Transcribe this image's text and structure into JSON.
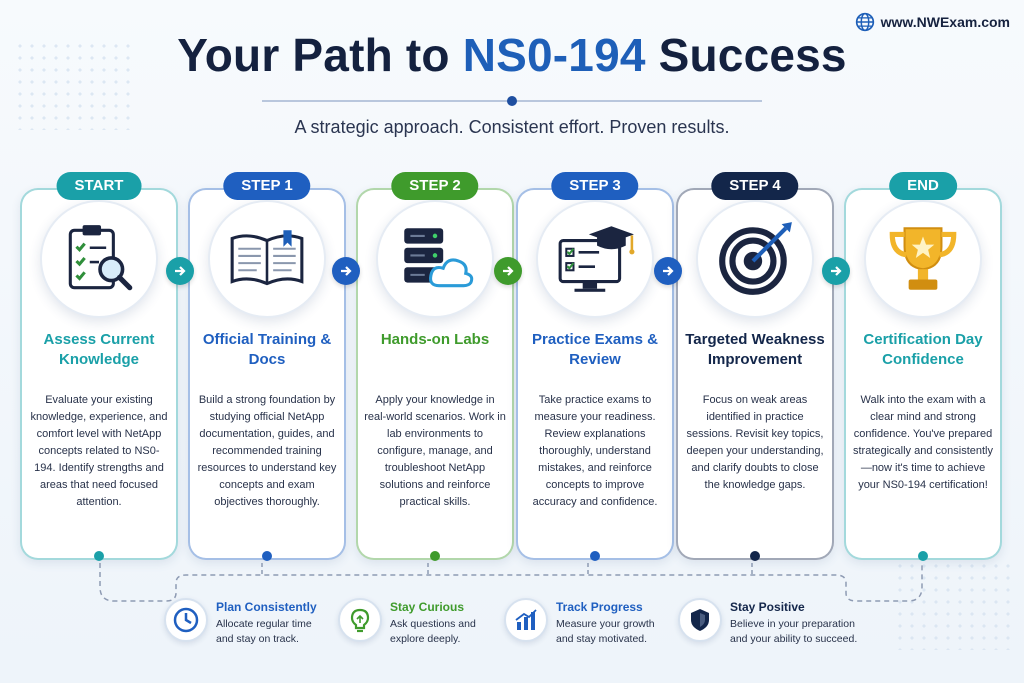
{
  "brand": {
    "site": "www.NWExam.com",
    "icon": "globe-icon"
  },
  "header": {
    "title_prefix": "Your Path to ",
    "title_highlight": "NS0-194",
    "title_suffix": " Success",
    "subtitle": "A strategic approach. Consistent effort. Proven results."
  },
  "steps": [
    {
      "pill": "START",
      "color": "#1aa0a8",
      "title": "Assess Current Knowledge",
      "icon": "clipboard-search-icon",
      "desc": "Evaluate your existing knowledge, experience, and comfort level with NetApp concepts related to NS0-194. Identify strengths and areas that need focused attention."
    },
    {
      "pill": "STEP 1",
      "color": "#1f5fc0",
      "title": "Official Training & Docs",
      "icon": "open-book-icon",
      "desc": "Build a strong foundation by studying official NetApp documentation, guides, and recommended training resources to understand key concepts and exam objectives thoroughly."
    },
    {
      "pill": "STEP 2",
      "color": "#3f9b2c",
      "title": "Hands-on Labs",
      "icon": "server-cloud-icon",
      "desc": "Apply your knowledge in real-world scenarios. Work in lab environments to configure, manage, and troubleshoot NetApp solutions and reinforce practical skills."
    },
    {
      "pill": "STEP 3",
      "color": "#1f5fc0",
      "title": "Practice Exams & Review",
      "icon": "monitor-graduation-icon",
      "desc": "Take practice exams to measure your readiness. Review explanations thoroughly, understand mistakes, and reinforce concepts to improve accuracy and confidence."
    },
    {
      "pill": "STEP 4",
      "color": "#13264a",
      "title": "Targeted Weakness Improvement",
      "icon": "target-icon",
      "desc": "Focus on weak areas identified in practice sessions. Revisit key topics, deepen your understanding, and clarify doubts to close the knowledge gaps."
    },
    {
      "pill": "END",
      "color": "#1aa0a8",
      "title": "Certification Day Confidence",
      "icon": "trophy-icon",
      "desc": "Walk into the exam with a clear mind and strong confidence. You've prepared strategically and consistently—now it's time to achieve your NS0-194 certification!"
    }
  ],
  "tips": [
    {
      "title": "Plan Consistently",
      "color": "#1f5fc0",
      "icon": "clock-icon",
      "desc1": "Allocate regular time",
      "desc2": "and stay on track."
    },
    {
      "title": "Stay Curious",
      "color": "#3f9b2c",
      "icon": "lightbulb-icon",
      "desc1": "Ask questions and",
      "desc2": "explore deeply."
    },
    {
      "title": "Track Progress",
      "color": "#1f5fc0",
      "icon": "bar-chart-icon",
      "desc1": "Measure your growth",
      "desc2": "and stay motivated."
    },
    {
      "title": "Stay Positive",
      "color": "#13264a",
      "icon": "shield-icon",
      "desc1": "Believe in your preparation",
      "desc2": "and your ability to succeed."
    }
  ]
}
